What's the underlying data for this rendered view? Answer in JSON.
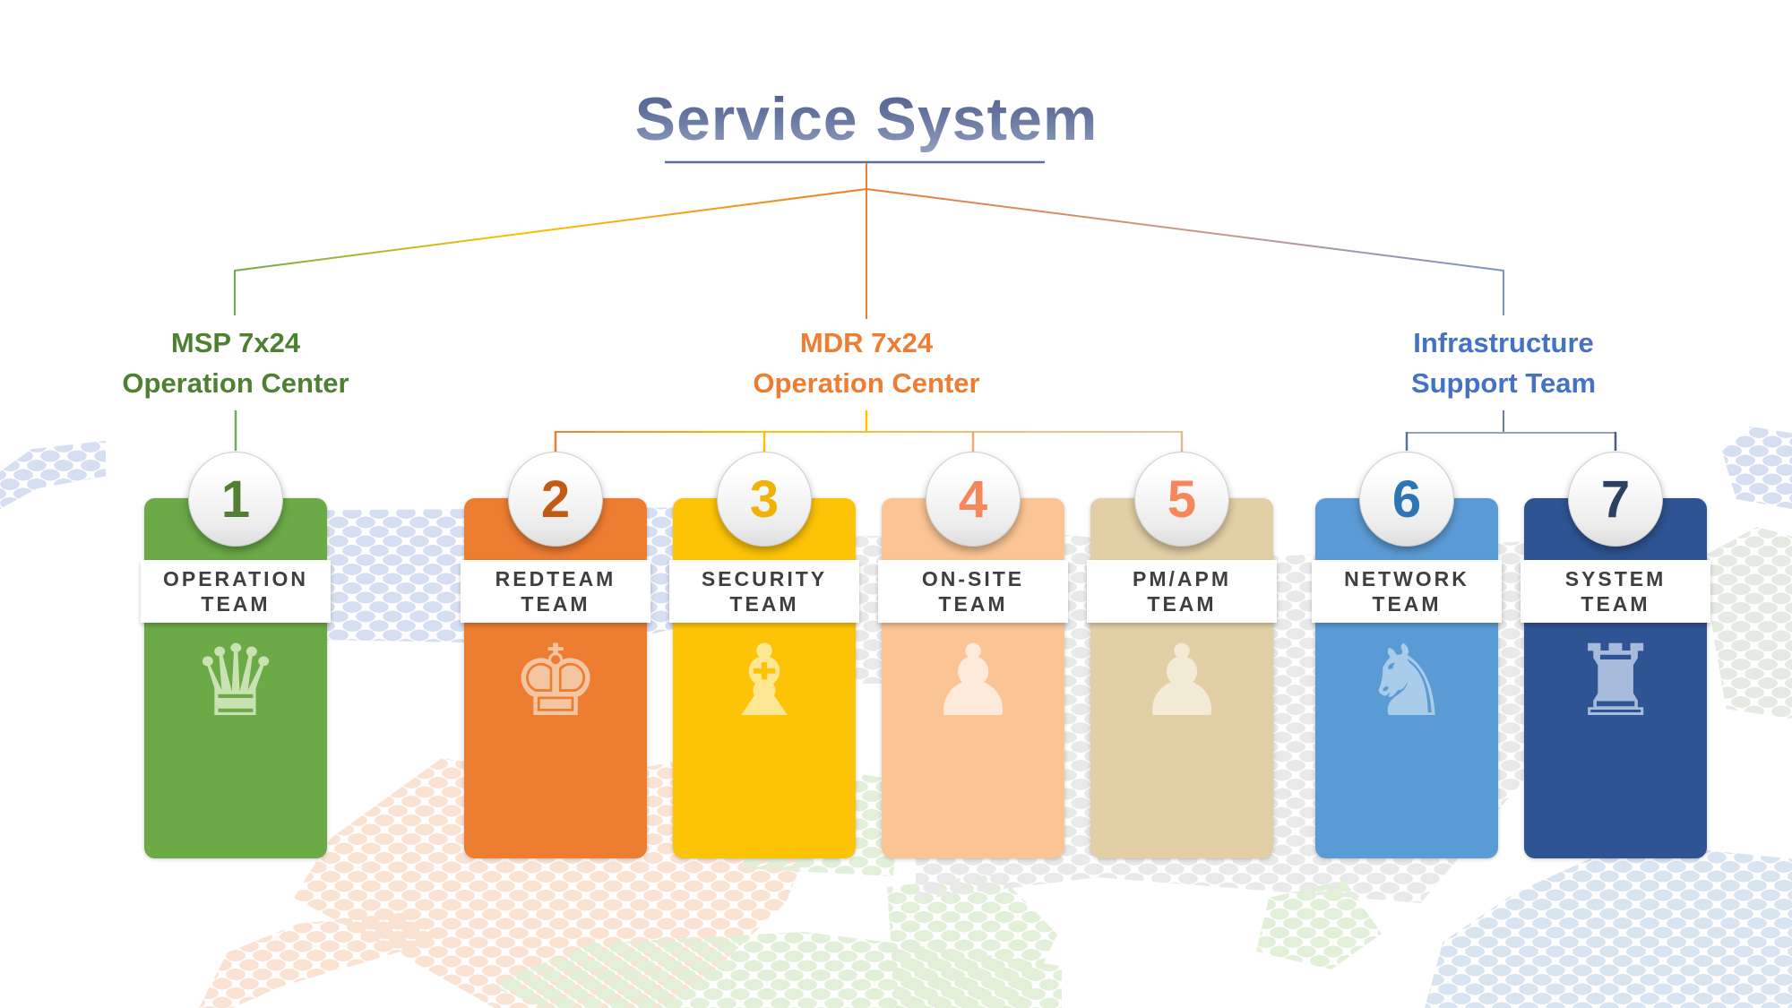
{
  "title": {
    "text": "Service System"
  },
  "branches": [
    {
      "id": "msp",
      "line1": "MSP 7x24",
      "line2": "Operation Center",
      "color": "#4E8031"
    },
    {
      "id": "mdr",
      "line1": "MDR 7x24",
      "line2": "Operation Center",
      "color": "#ED7D31"
    },
    {
      "id": "infra",
      "line1": "Infrastructure",
      "line2": "Support Team",
      "color": "#4472C4"
    }
  ],
  "teams": [
    {
      "number": "1",
      "line1": "OPERATION",
      "line2": "TEAM",
      "icon": "chess-queen-icon",
      "glyph": "♛",
      "colors": {
        "card": "#6BAA47",
        "number": "#527F33",
        "icon": "#C8E2B1"
      }
    },
    {
      "number": "2",
      "line1": "REDTEAM",
      "line2": "TEAM",
      "icon": "chess-king-icon",
      "glyph": "♚",
      "colors": {
        "card": "#ED7D31",
        "number": "#C35A13",
        "icon": "#F4C5A1"
      }
    },
    {
      "number": "3",
      "line1": "SECURITY",
      "line2": "TEAM",
      "icon": "chess-bishop-icon",
      "glyph": "♝",
      "colors": {
        "card": "#FDC306",
        "number": "#EFB206",
        "icon": "#FEE793"
      }
    },
    {
      "number": "4",
      "line1": "ON-SITE",
      "line2": "TEAM",
      "icon": "chess-pawn-icon",
      "glyph": "♟",
      "colors": {
        "card": "#FAC494",
        "number": "#F5875B",
        "icon": "#FDEADB"
      }
    },
    {
      "number": "5",
      "line1": "PM/APM",
      "line2": "TEAM",
      "icon": "chess-pawn-icon",
      "glyph": "♟",
      "colors": {
        "card": "#E2CFA5",
        "number": "#F5875B",
        "icon": "#F4EBD7"
      }
    },
    {
      "number": "6",
      "line1": "NETWORK",
      "line2": "TEAM",
      "icon": "chess-knight-icon",
      "glyph": "♞",
      "colors": {
        "card": "#5B9BD5",
        "number": "#2E75B6",
        "icon": "#A9CCEA"
      }
    },
    {
      "number": "7",
      "line1": "SYSTEM",
      "line2": "TEAM",
      "icon": "chess-rook-icon",
      "glyph": "♜",
      "colors": {
        "card": "#2E5493",
        "number": "#2B4164",
        "icon": "#A7BCDC"
      }
    }
  ],
  "accents": {
    "title_underline": "#5D6D99",
    "team_label_text": "#3F3F3F",
    "connector_orange": "#ED7D31",
    "connector_yellow": "#FFC000",
    "connector_green": "#6FAC4D",
    "connector_blue": "#7A93C8",
    "connector_slate": "#5E7390"
  }
}
